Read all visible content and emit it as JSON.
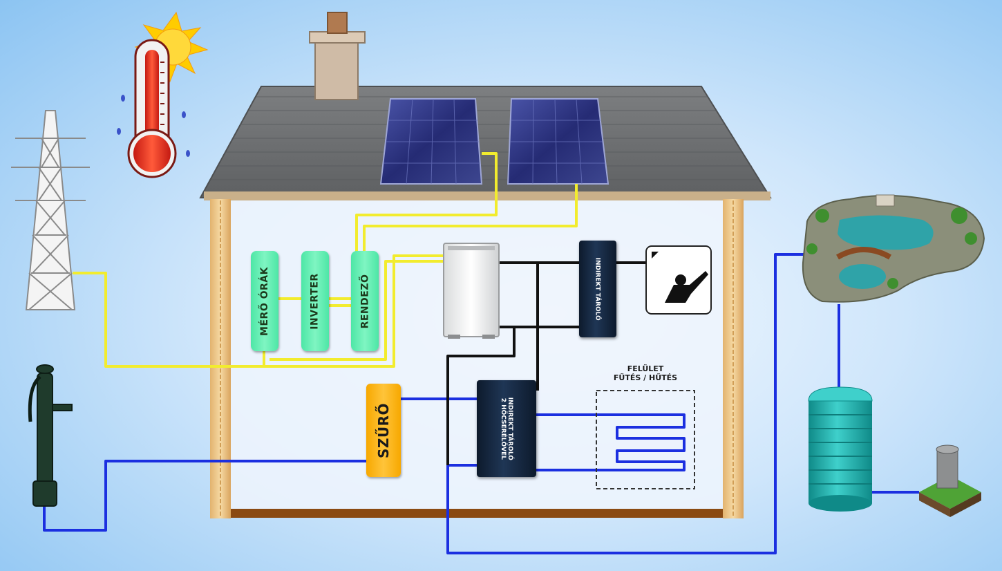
{
  "labels": {
    "mero_orak": "MÉRŐ ÓRÁK",
    "inverter": "INVERTER",
    "rendezo": "RENDEZŐ",
    "szuro": "SZŰRŐ",
    "tank_top": "INDIREKT TÁROLÓ",
    "tank_bottom_line1": "INDIREKT TÁROLÓ",
    "tank_bottom_line2": "2 HŐCSERÉLŐVEL",
    "floor_title_line1": "FELÜLET",
    "floor_title_line2": "FŰTÉS / HŰTÉS"
  },
  "colors": {
    "sky_light": "#f4f9ff",
    "sky_dark": "#8cc4f2",
    "electric_line": "#f2ec2e",
    "water_line": "#1b2fe0",
    "control_line": "#111111",
    "foundation": "#8a4a12",
    "label_green": "#4de6a6",
    "label_orange": "#f7a800",
    "roof": "#6e7072",
    "solar_panel": "#2a2f7a",
    "water_tank": "#1aa3a0"
  },
  "icons": {
    "power_tower": "power-tower-icon",
    "thermometer": "thermometer-sun-icon",
    "water_pump": "hand-water-pump-icon",
    "pond": "garden-pond-icon",
    "rain_tank": "water-tank-icon",
    "well": "well-icon",
    "heat_pump": "heat-pump-unit-icon",
    "thermostat": "thermostat-control-icon",
    "solar_panel": "solar-panel-icon",
    "chimney": "chimney-icon"
  }
}
